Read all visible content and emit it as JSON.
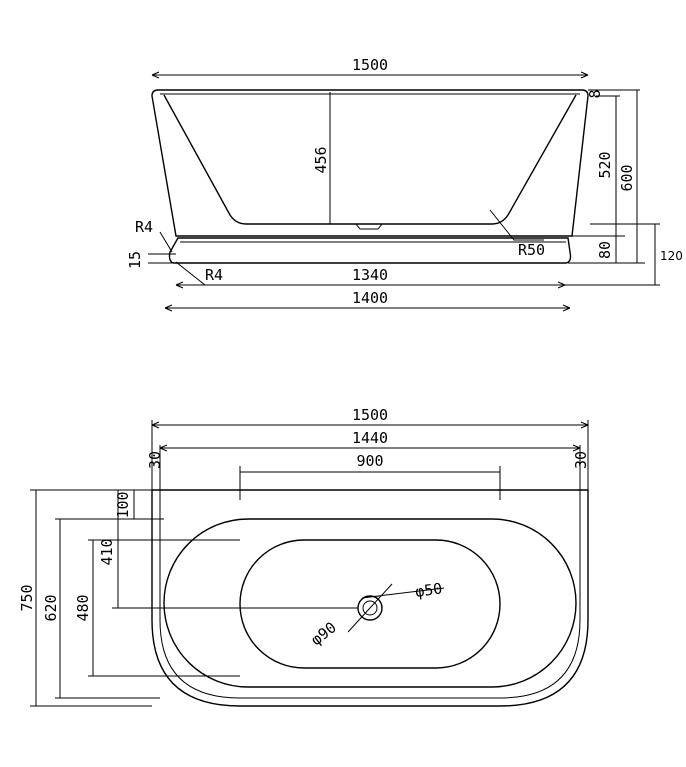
{
  "side_view": {
    "dims": {
      "top_width": "1500",
      "inner_depth": "456",
      "radius_bottom": "R50",
      "radius_left": "R4",
      "radius_lower": "R4",
      "plinth_height_small": "15",
      "base_length": "1340",
      "bottom_length": "1400",
      "rim": "8",
      "inner_height": "520",
      "total_height": "600",
      "plinth_height": "80",
      "plinth_outer": "120"
    }
  },
  "top_view": {
    "dims": {
      "overall_width": "1500",
      "inner_width": "1440",
      "straight_length": "900",
      "side_left": "30",
      "side_right": "30",
      "back_offset": "100",
      "drain_offset": "410",
      "overall_depth": "750",
      "mid_depth": "620",
      "inner_depth": "480",
      "drain_outer": "φ90",
      "drain_inner": "φ50"
    }
  }
}
